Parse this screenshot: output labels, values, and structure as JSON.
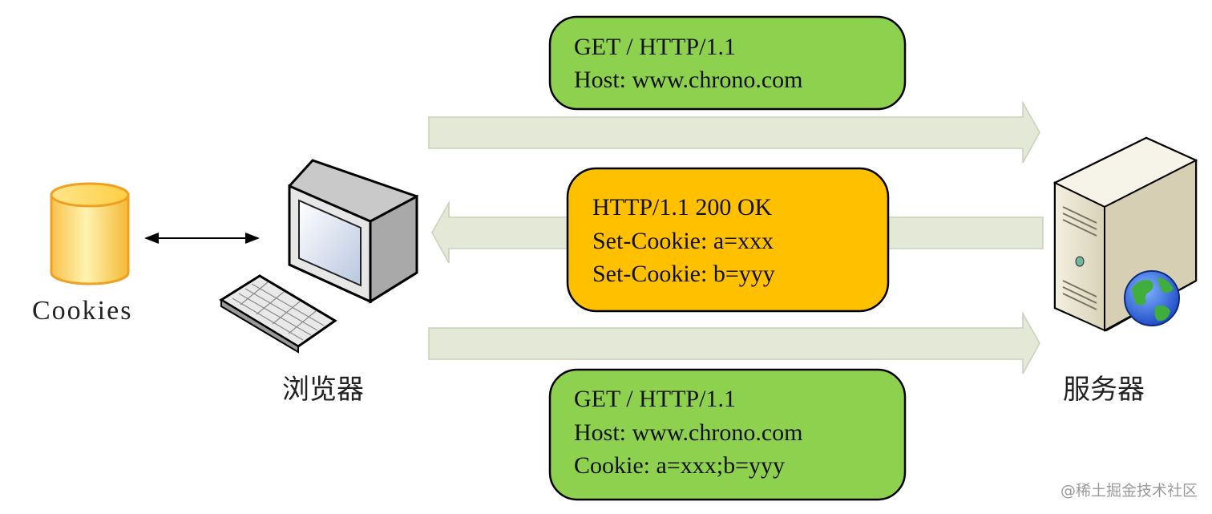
{
  "cookies_label": "Cookies",
  "browser_label": "浏览器",
  "server_label": "服务器",
  "request1": {
    "lines": [
      "GET / HTTP/1.1",
      "Host: www.chrono.com"
    ],
    "color": "#8ed14f"
  },
  "response": {
    "lines": [
      "HTTP/1.1 200 OK",
      "Set-Cookie: a=xxx",
      "Set-Cookie: b=yyy"
    ],
    "color": "#ffc000"
  },
  "request2": {
    "lines": [
      "GET / HTTP/1.1",
      "Host: www.chrono.com",
      "Cookie: a=xxx;b=yyy"
    ],
    "color": "#8ed14f"
  },
  "arrow_color": "#e3e9d6",
  "icons": {
    "cookie_store": "database-cylinder-icon",
    "browser": "desktop-computer-icon",
    "server": "server-tower-icon",
    "globe": "globe-icon"
  },
  "watermark": "@稀土掘金技术社区"
}
